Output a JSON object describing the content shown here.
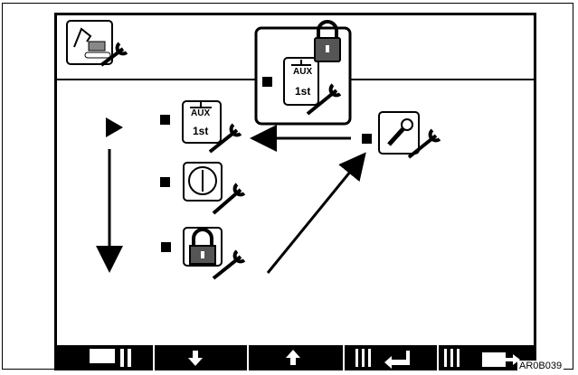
{
  "figure_code": "AR0B039",
  "screen": {
    "header_icon": "excavator-maintenance-icon",
    "menu_items": [
      {
        "name": "aux-first-setting",
        "icon": "aux-1st-wrench-icon",
        "top_text": "AUX",
        "bottom_text": "1st"
      },
      {
        "name": "power-setting",
        "icon": "power-wrench-icon"
      },
      {
        "name": "lock-setting",
        "icon": "padlock-wrench-icon"
      }
    ],
    "popup": {
      "icon": "aux-1st-lock-wrench-icon",
      "top_text": "AUX",
      "bottom_text": "1st"
    },
    "key_item": {
      "icon": "key-wrench-icon"
    },
    "softkeys": [
      {
        "icon": "screen-icon"
      },
      {
        "icon": "arrow-down-icon"
      },
      {
        "icon": "arrow-up-icon"
      },
      {
        "icon": "enter-icon"
      },
      {
        "icon": "back-icon"
      }
    ]
  }
}
